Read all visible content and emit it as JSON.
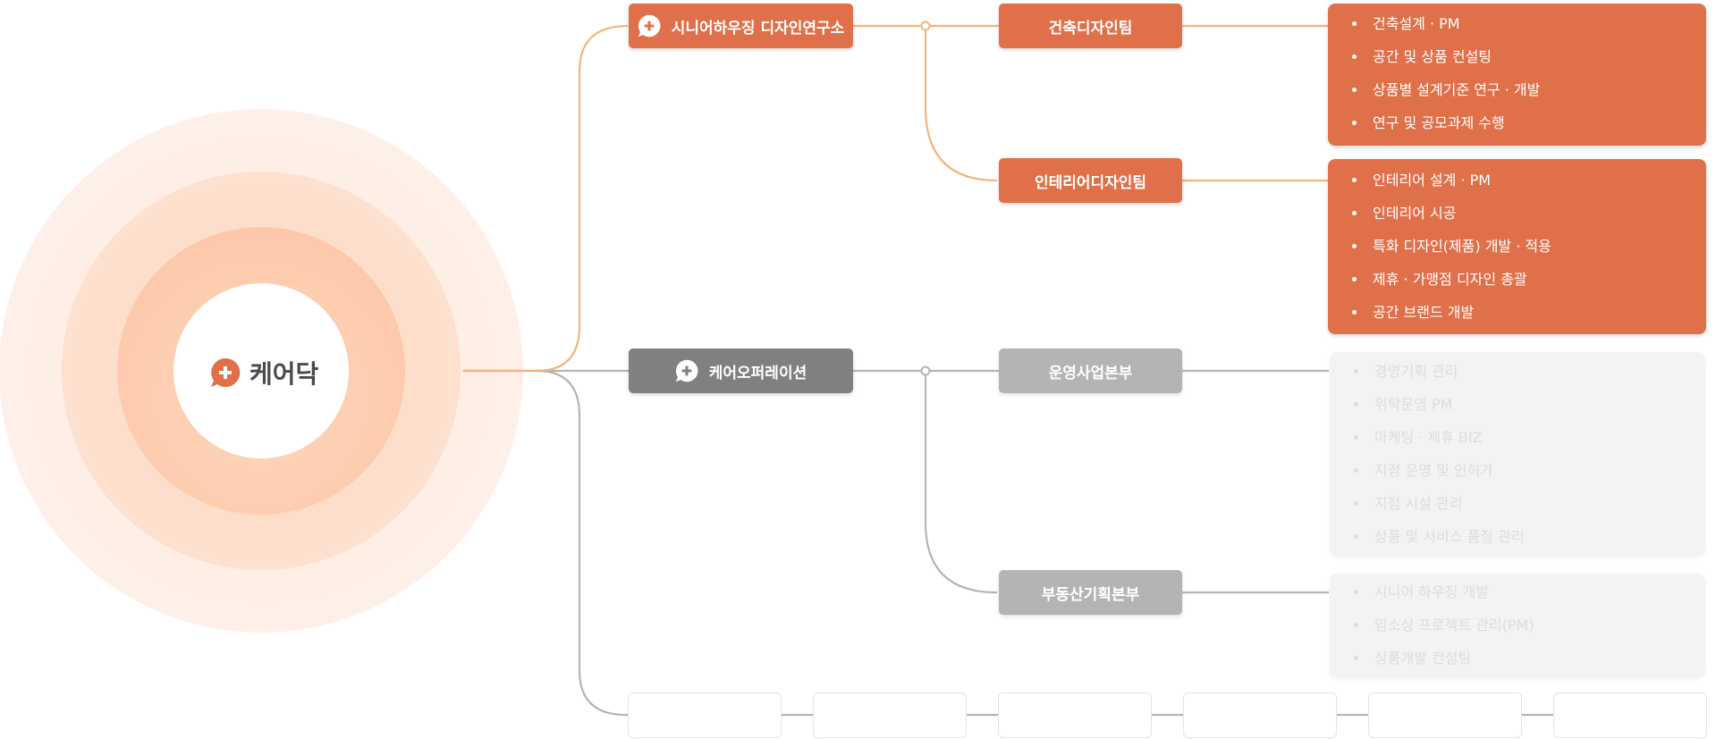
{
  "colors": {
    "accent": "#e07049",
    "line_orange": "#f3b57a",
    "line_grey": "#b5b5b5",
    "dark_node": "#808080",
    "grey_node": "#b4b4b4"
  },
  "hub": {
    "label": "케어닥",
    "icon": "plus-bubble-icon"
  },
  "branches": [
    {
      "label": "시니어하우징 디자인연구소",
      "icon": "plus-bubble-icon",
      "teams": [
        {
          "label": "건축디자인팀",
          "items": [
            "건축설계 · PM",
            "공간 및 상품 컨설팅",
            "상품별 설계기준 연구 · 개발",
            "연구 및 공모과제 수행"
          ]
        },
        {
          "label": "인테리어디자인팀",
          "items": [
            "인테리어 설계 · PM",
            "인테리어 시공",
            "특화 디자인(제품) 개발 · 적용",
            "제휴 · 가맹점 디자인 총괄",
            "공간 브랜드 개발"
          ]
        }
      ]
    },
    {
      "label": "케어오퍼레이션",
      "icon": "plus-bubble-icon",
      "teams": [
        {
          "label": "운영사업본부",
          "items": [
            "경영기획 관리",
            "위탁운영 PM",
            "마케팅 · 제휴 BIZ",
            "지점 운영 및 인허가",
            "지점 시설 관리",
            "상품 및 서비스 품질 관리"
          ]
        },
        {
          "label": "부동산기획본부",
          "items": [
            "시니어 하우징 개발",
            "임소싱 프로젝트 관리(PM)",
            "상품개발 컨설팅"
          ]
        }
      ]
    }
  ]
}
